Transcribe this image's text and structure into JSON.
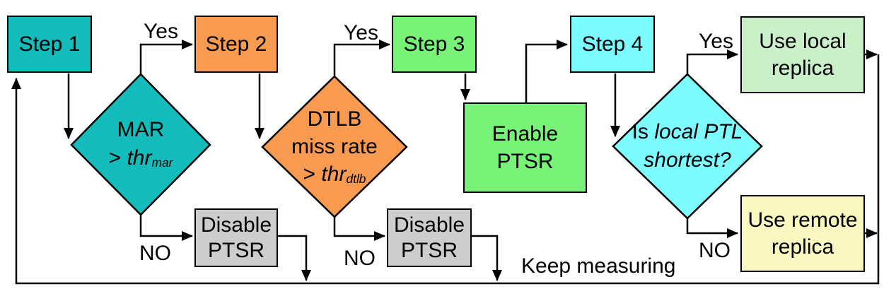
{
  "diagram": {
    "nodes": {
      "step1": {
        "label": "Step 1"
      },
      "step2": {
        "label": "Step 2"
      },
      "step3": {
        "label": "Step 3"
      },
      "step4": {
        "label": "Step 4"
      },
      "enable_ptsr": {
        "line1": "Enable",
        "line2": "PTSR"
      },
      "disable_ptsr_1": {
        "line1": "Disable",
        "line2": "PTSR"
      },
      "disable_ptsr_2": {
        "line1": "Disable",
        "line2": "PTSR"
      },
      "use_local_replica": {
        "line1": "Use local",
        "line2": "replica"
      },
      "use_remote_replica": {
        "line1": "Use remote",
        "line2": "replica"
      }
    },
    "decisions": {
      "mar": {
        "line1": "MAR",
        "op": ">",
        "thr": "thr",
        "sub": "mar"
      },
      "dtlb": {
        "line1": "DTLB",
        "line2": "miss rate",
        "op": ">",
        "thr": "thr",
        "sub": "dtlb"
      },
      "local_ptl": {
        "prefix": "Is",
        "italic_line1": "local PTL",
        "italic_line2": "shortest?"
      }
    },
    "edge_labels": {
      "yes": "Yes",
      "no": "NO",
      "keep_measuring": "Keep measuring"
    },
    "colors": {
      "teal": "#14bcbc",
      "orange": "#f89b51",
      "green": "#78f378",
      "cyan": "#7dfcff",
      "pale_green": "#c9f0c9",
      "pale_yellow": "#fbf7c0",
      "gray": "#cdcdcd",
      "outline": "#000000"
    }
  }
}
